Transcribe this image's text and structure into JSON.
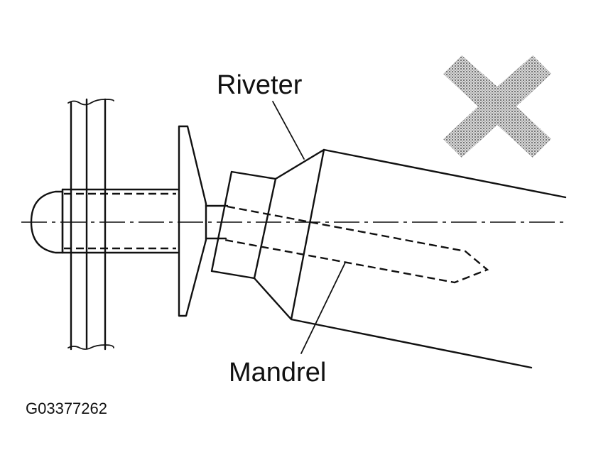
{
  "labels": {
    "riveter": "Riveter",
    "mandrel": "Mandrel",
    "figure_code": "G03377262"
  }
}
